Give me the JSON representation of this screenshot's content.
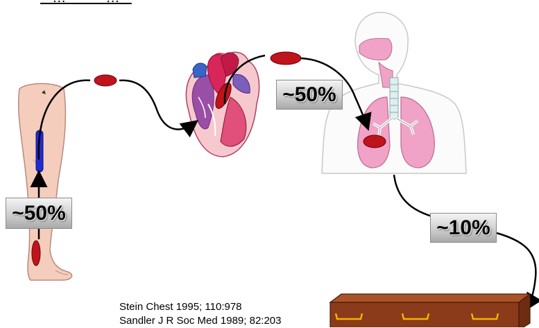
{
  "title_partial": "~ … ~ ~ ~ … ~",
  "percentages": {
    "leg": "~50%",
    "lung": "~50%",
    "death": "~10%"
  },
  "references": [
    "Stein Chest 1995; 110:978",
    "Sandler J R Soc Med 1989; 82:203"
  ],
  "colors": {
    "clot": "#c0141c",
    "vein": "#1f2bd1",
    "skin": "#f4cdbd",
    "heart_red": "#d9265a",
    "heart_purple": "#9a4fa6",
    "lung_pink": "#f0a3c7",
    "coffin": "#8b3a1a"
  },
  "icons": [
    "leg-figure",
    "heart-figure",
    "torso-lungs-figure",
    "coffin-figure"
  ]
}
